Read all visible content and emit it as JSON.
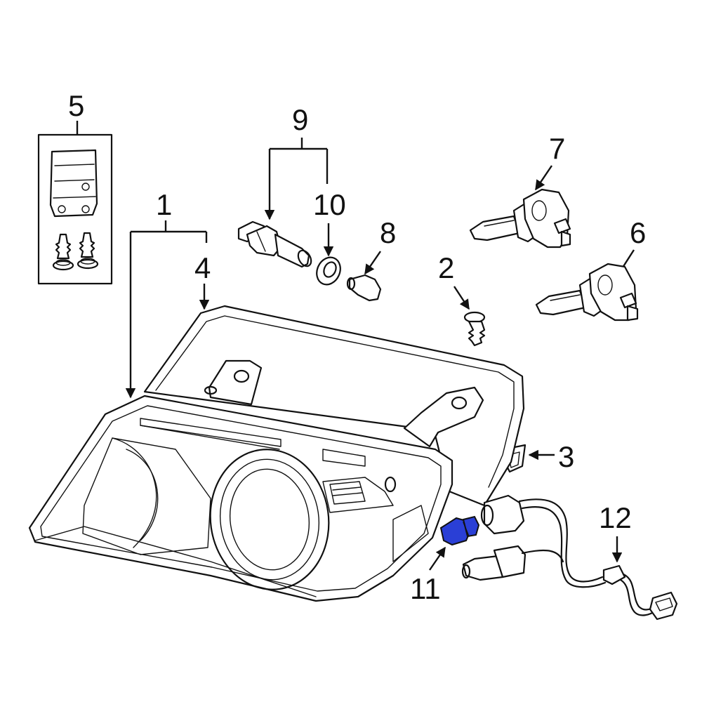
{
  "diagram": {
    "highlight_color": "#2a3fd6",
    "line_color": "#111111",
    "background": "#ffffff",
    "callouts": {
      "c1": "1",
      "c2": "2",
      "c3": "3",
      "c4": "4",
      "c5": "5",
      "c6": "6",
      "c7": "7",
      "c8": "8",
      "c9": "9",
      "c10": "10",
      "c11": "11",
      "c12": "12"
    },
    "highlighted_part": "11"
  }
}
